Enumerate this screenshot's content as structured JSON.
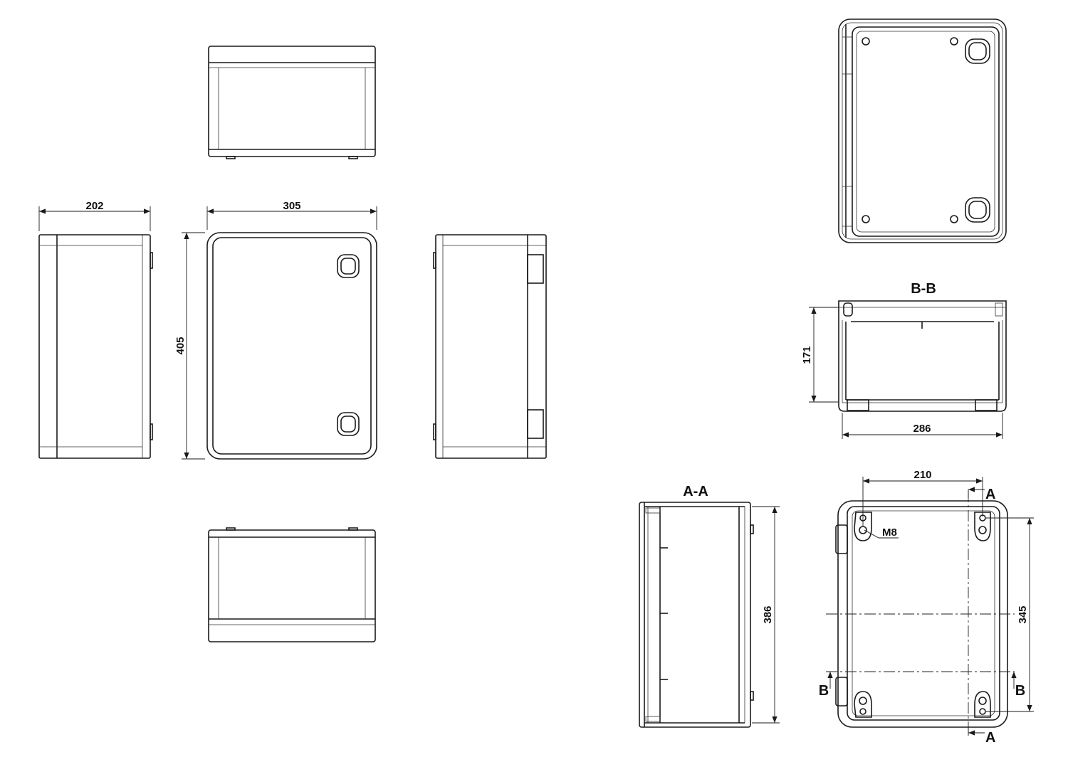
{
  "dimensions": {
    "depth": "202",
    "width": "305",
    "height": "405",
    "section_bb_height": "171",
    "section_bb_width": "286",
    "section_aa_height": "386",
    "mount_hole_spacing_x": "210",
    "mount_hole_spacing_y": "345",
    "thread": "M8"
  },
  "sections": {
    "aa_title": "A-A",
    "bb_title": "B-B",
    "marker_a": "A",
    "marker_b": "B"
  },
  "colors": {
    "line": "#1a1a1a",
    "background": "#ffffff"
  }
}
